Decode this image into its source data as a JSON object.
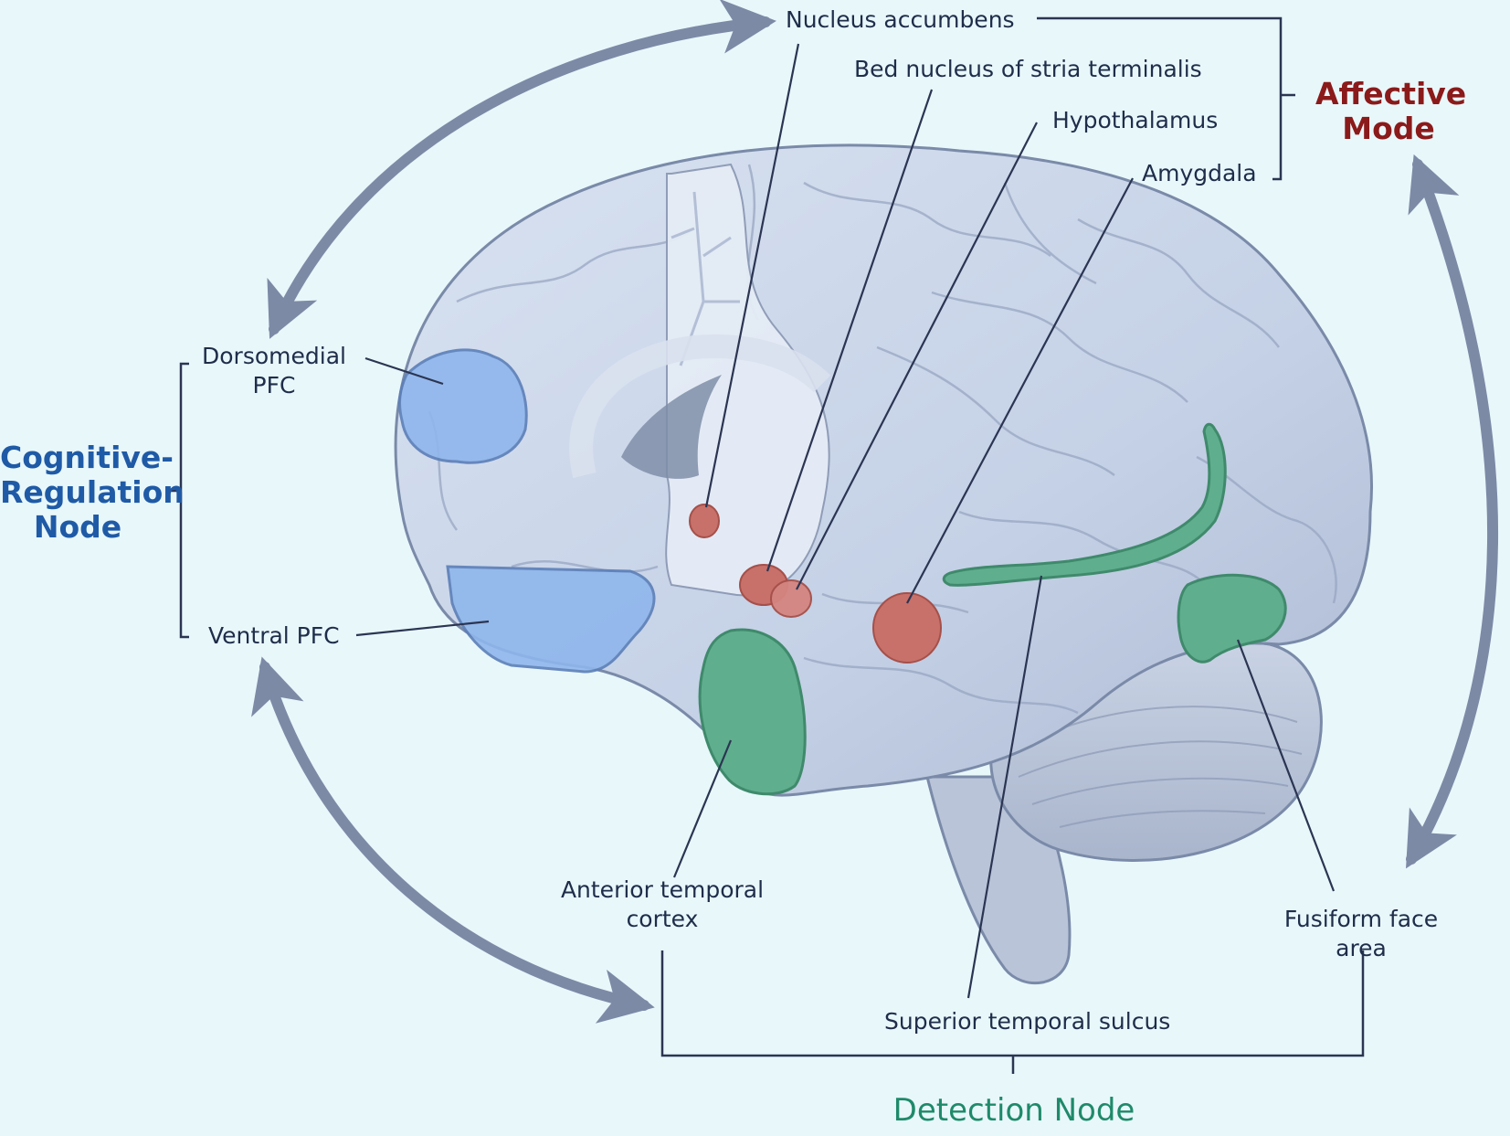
{
  "colors": {
    "background": "#e8f7fa",
    "brain": "#c7d3e6",
    "brain_outline": "#7a8aa8",
    "cognitive": "#1f5aa6",
    "affective": "#8b1a1a",
    "detection": "#1e8a6a",
    "blue_region": "#8fb6ec",
    "red_region": "#c8706a",
    "green_region": "#5fae8e",
    "arrow": "#7d8aa6"
  },
  "labels": {
    "nucleus_accumbens": "Nucleus accumbens",
    "bnst": "Bed nucleus of stria terminalis",
    "hypothalamus": "Hypothalamus",
    "amygdala": "Amygdala",
    "dorsomedial_pfc": "Dorsomedial\nPFC",
    "ventral_pfc": "Ventral PFC",
    "anterior_temporal": "Anterior temporal\ncortex",
    "sts": "Superior temporal sulcus",
    "ffa": "Fusiform face\narea"
  },
  "nodes": {
    "affective": "Affective\nMode",
    "cognitive": "Cognitive-\nRegulation\nNode",
    "detection": "Detection Node"
  }
}
